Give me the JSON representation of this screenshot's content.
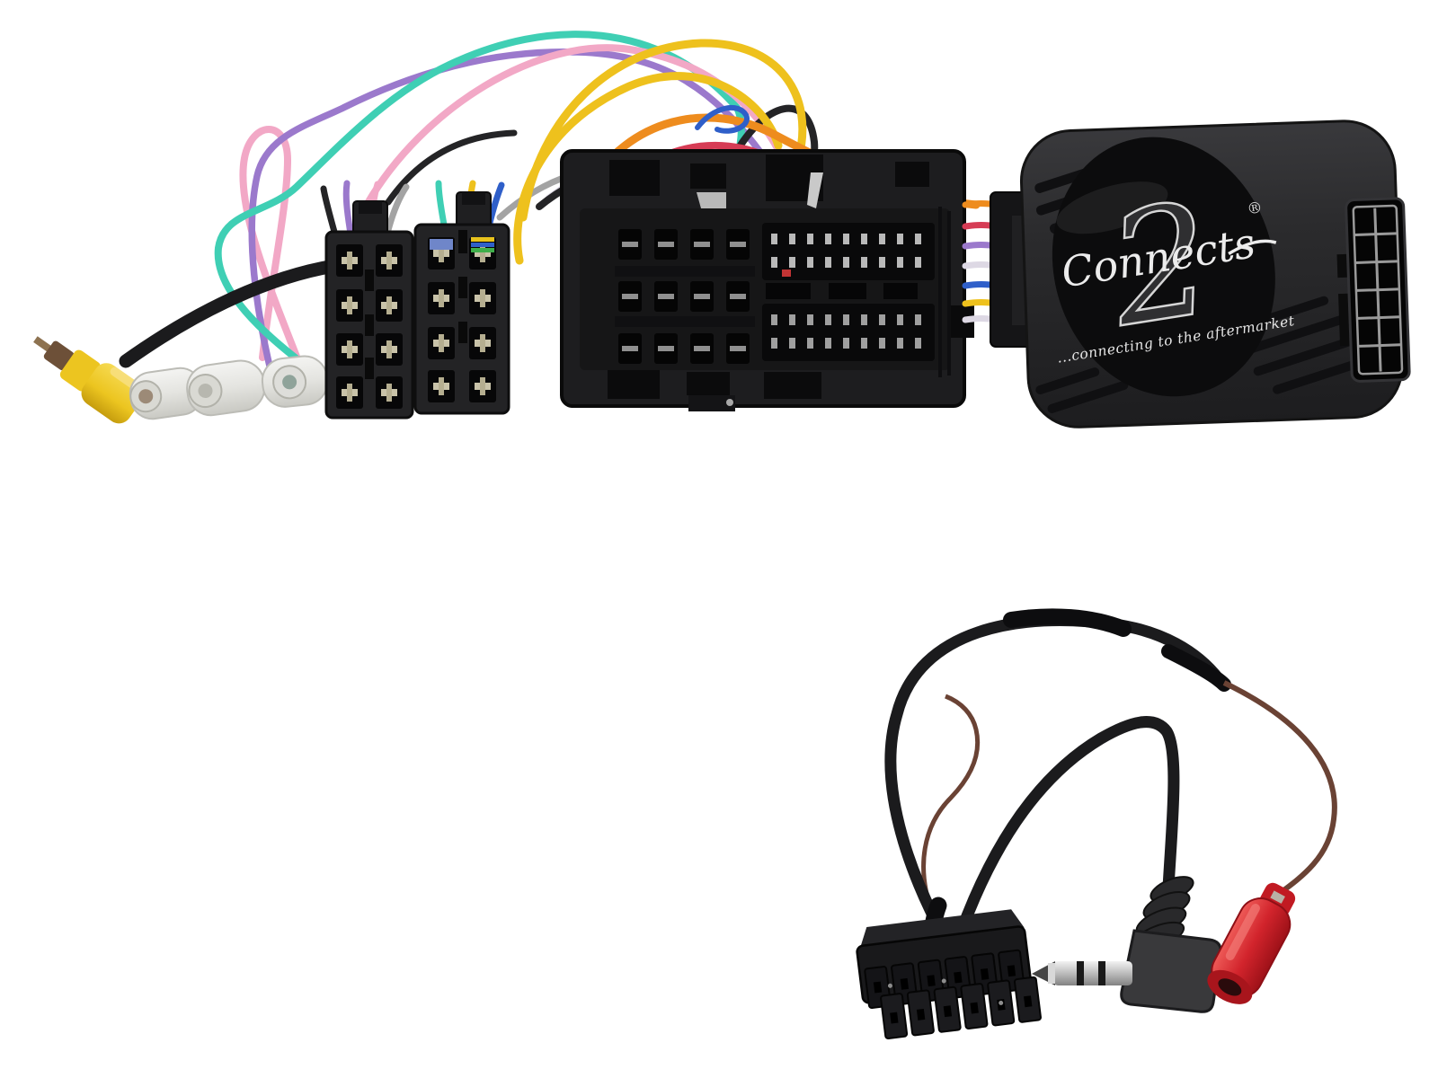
{
  "interface_box": {
    "brand_script": "Connects",
    "brand_numeral": "2",
    "registered_mark": "®",
    "tagline": "...connecting to the aftermarket"
  },
  "colors": {
    "background": "#ffffff",
    "wire_pink": "#f2a8c6",
    "wire_purple": "#9b79cc",
    "wire_teal": "#3fcfb4",
    "wire_yellow": "#eec11d",
    "wire_orange": "#ee8c1e",
    "wire_red": "#d63c55",
    "wire_blue": "#2f5fc9",
    "wire_grey": "#a3a3a3",
    "wire_black": "#242426",
    "wire_white": "#ddd8e4",
    "wire_brown": "#6a4234",
    "cable_black": "#1b1b1d",
    "rca_yellow": "#ecc520",
    "red_bullet": "#d2242c",
    "connector_black": "#1d1d1f",
    "box_body": "#2b2b2d",
    "logo_silver": "#ececec"
  }
}
